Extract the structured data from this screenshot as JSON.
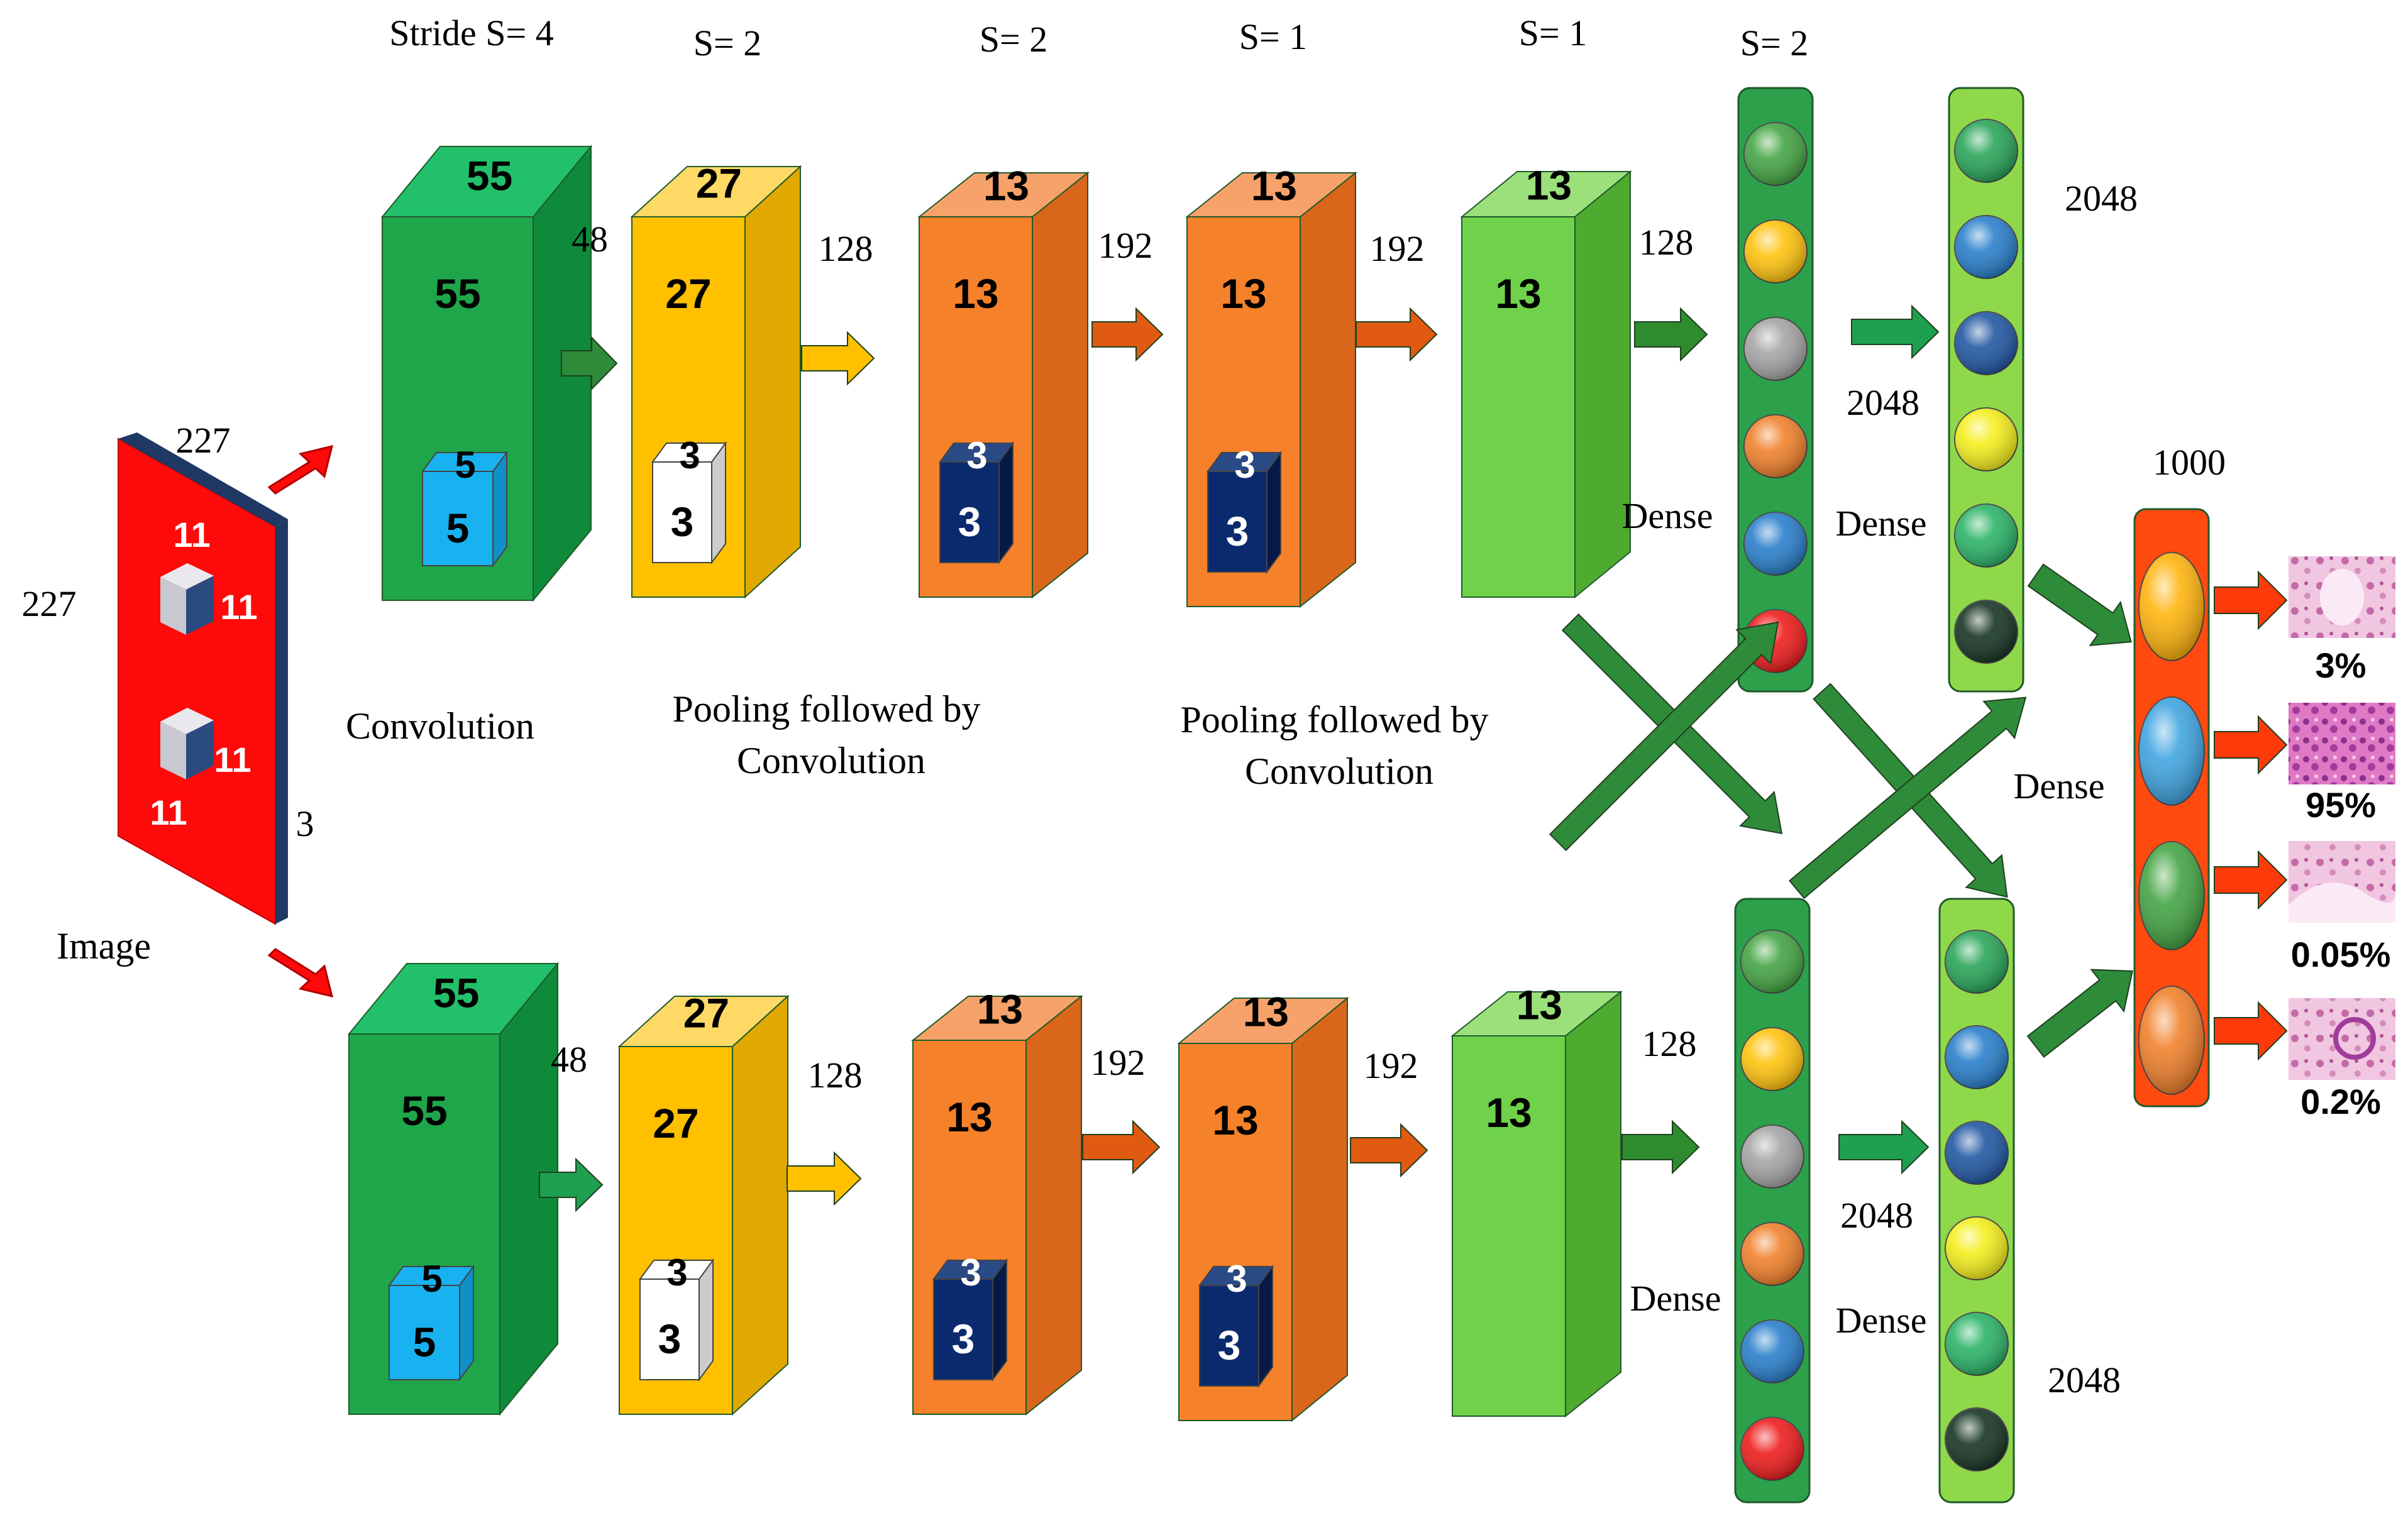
{
  "input": {
    "label": "Image",
    "width_label": "227",
    "height_label": "227",
    "depth_label": "3",
    "kernel_labels": [
      "11",
      "11",
      "11",
      "11"
    ]
  },
  "conv_layers": [
    {
      "stride": "Stride S= 4",
      "face_top": "55",
      "face_front": "55",
      "kernel_top": "5",
      "kernel_front": "5",
      "channels": "48",
      "color": "green"
    },
    {
      "stride": "S= 2",
      "face_top": "27",
      "face_front": "27",
      "kernel_top": "3",
      "kernel_front": "3",
      "channels": "128",
      "color": "yellow"
    },
    {
      "stride": "S= 2",
      "face_top": "13",
      "face_front": "13",
      "kernel_top": "3",
      "kernel_front": "3",
      "channels": "192",
      "color": "orange"
    },
    {
      "stride": "S= 1",
      "face_top": "13",
      "face_front": "13",
      "kernel_top": "3",
      "kernel_front": "3",
      "channels": "192",
      "color": "orange"
    },
    {
      "stride": "S= 1",
      "face_top": "13",
      "face_front": "13",
      "channels": "128",
      "color": "light-green"
    }
  ],
  "dense_stride": "S= 2",
  "stage_labels": {
    "convolution": "Convolution",
    "pooling_1": "Pooling followed by\nConvolution",
    "pooling_2": "Pooling followed by\nConvolution"
  },
  "dense": {
    "label": "Dense",
    "units_2048": "2048",
    "units_1000": "1000"
  },
  "outputs": [
    {
      "percent": "3%"
    },
    {
      "percent": "95%"
    },
    {
      "percent": "0.05%"
    },
    {
      "percent": "0.2%"
    }
  ],
  "colors": {
    "red": "#ff0000",
    "navy_edge": "#1f3864",
    "green_front": "#1fa64a",
    "green_top": "#22c06a",
    "green_side": "#0f8a3a",
    "yellow_front": "#ffc000",
    "yellow_top": "#ffd966",
    "yellow_side": "#e0a800",
    "orange_front": "#f5812a",
    "orange_top": "#f7a26a",
    "orange_side": "#d9661a",
    "lightgreen_front": "#6fd24a",
    "lightgreen_top": "#9be07a",
    "lightgreen_side": "#4faa30",
    "cyan": "#19b2f0",
    "navy": "#0b2a6e",
    "arrow_green": "#2e8b3a",
    "arrow_yellow": "#ffc000",
    "arrow_orange": "#e05a12",
    "arrow_red": "#ff3a0a"
  },
  "node_colors_dense1": [
    "#3aa03a",
    "#ffc000",
    "#a0a0a0",
    "#f07a20",
    "#1e78c8",
    "#ee1010"
  ],
  "node_colors_dense2": [
    "#1ea050",
    "#1e78c8",
    "#154f9e",
    "#f4ee10",
    "#20b060",
    "#0a2a18"
  ],
  "node_colors_output": [
    "#ffb000",
    "#36a0e0",
    "#3aa03a",
    "#f07a20"
  ]
}
